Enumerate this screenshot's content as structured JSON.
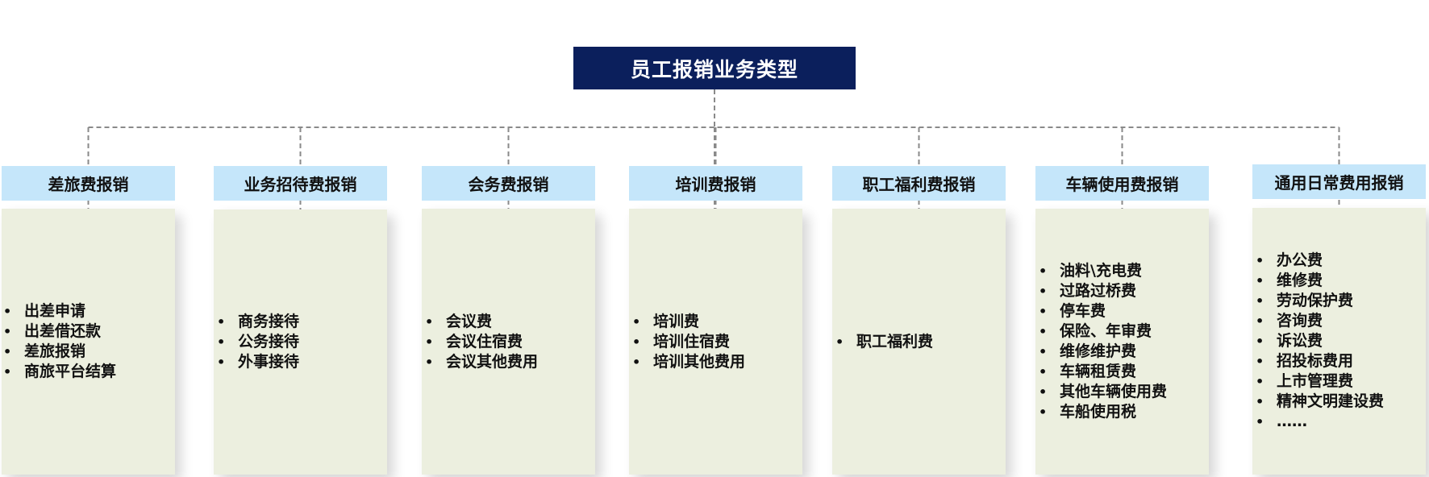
{
  "root": {
    "label": "员工报销业务类型"
  },
  "colors": {
    "root_bg": "#0b1f5c",
    "header_bg": "#c5e6fa",
    "body_bg": "#ecefdf",
    "connector": "#8a8a8a"
  },
  "categories": [
    {
      "title": "差旅费报销",
      "items": [
        "出差申请",
        "出差借还款",
        "差旅报销",
        "商旅平台结算"
      ]
    },
    {
      "title": "业务招待费报销",
      "items": [
        "商务接待",
        "公务接待",
        "外事接待"
      ]
    },
    {
      "title": "会务费报销",
      "items": [
        "会议费",
        "会议住宿费",
        "会议其他费用"
      ]
    },
    {
      "title": "培训费报销",
      "items": [
        "培训费",
        "培训住宿费",
        "培训其他费用"
      ]
    },
    {
      "title": "职工福利费报销",
      "items": [
        "职工福利费"
      ]
    },
    {
      "title": "车辆使用费报销",
      "items": [
        "油料\\充电费",
        "过路过桥费",
        "停车费",
        "保险、年审费",
        "维修维护费",
        "车辆租赁费",
        "其他车辆使用费",
        "车船使用税"
      ]
    },
    {
      "title": "通用日常费用报销",
      "items": [
        "办公费",
        "维修费",
        "劳动保护费",
        "咨询费",
        "诉讼费",
        "招投标费用",
        "上市管理费",
        "精神文明建设费",
        "……"
      ]
    }
  ]
}
